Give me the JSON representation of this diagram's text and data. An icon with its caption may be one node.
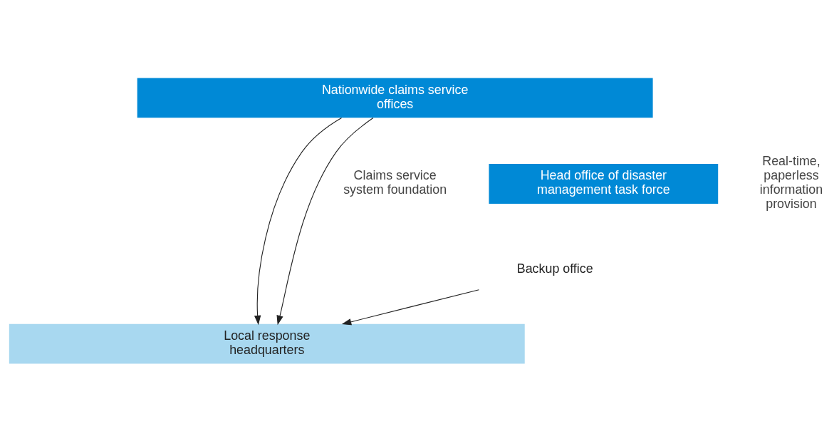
{
  "diagram": {
    "nodes": [
      {
        "text": [
          "Nationwide claims service offices"
        ]
      },
      {
        "text": [
          "Head office of disaster management task force"
        ]
      },
      {
        "text": [
          "Backup office"
        ]
      },
      {
        "text": [
          "Local response headquarters"
        ]
      }
    ],
    "edges": [
      {
        "from": 0,
        "to": 3,
        "arrow": "to"
      },
      {
        "from": 2,
        "to": 3,
        "arrow": "to"
      },
      {
        "from": 0,
        "to": 3,
        "arrow": "to"
      }
    ],
    "labels": [
      "Claims service system foundation",
      "Real-time, paperless information provision"
    ]
  }
}
